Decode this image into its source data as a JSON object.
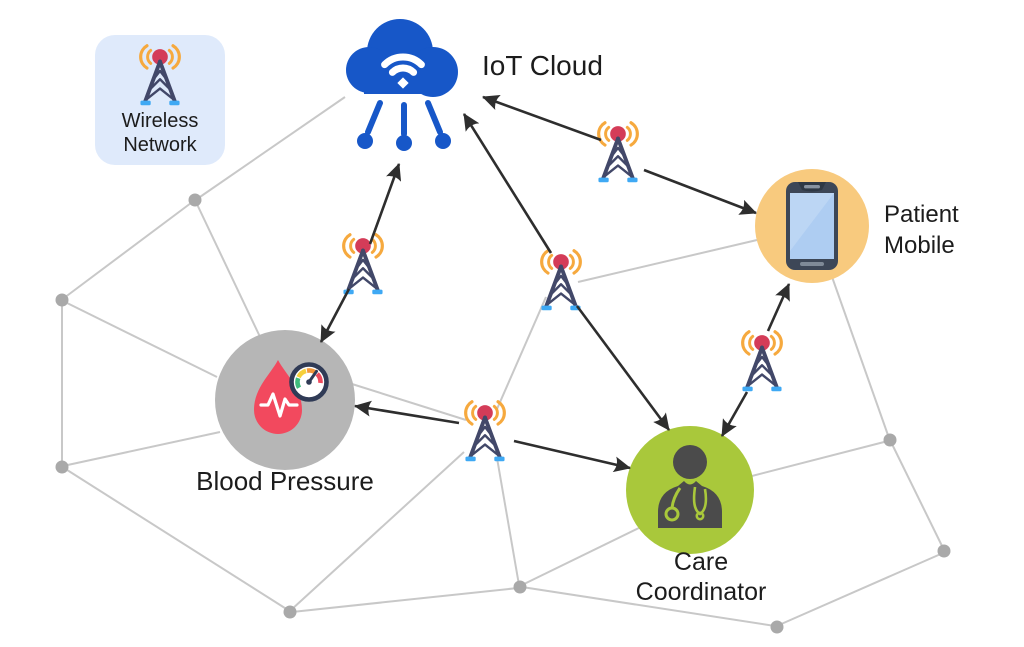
{
  "legend": {
    "label": "Wireless\nNetwork"
  },
  "nodes": {
    "cloud": {
      "label": "IoT Cloud"
    },
    "patient_mobile": {
      "label": "Patient\nMobile"
    },
    "blood_pressure": {
      "label": "Blood Pressure"
    },
    "care_coordinator": {
      "label": "Care\nCoordinator"
    }
  },
  "icons": [
    "cell-tower-icon",
    "cloud-icon",
    "smartphone-icon",
    "blood-drop-icon",
    "gauge-icon",
    "doctor-icon"
  ],
  "colors": {
    "background": "#ffffff",
    "mesh_line": "#c8c8c8",
    "mesh_dot": "#a9a9a9",
    "arrow": "#2e2e2e",
    "cloud_blue": "#1757c8",
    "legend_bg": "#dfeafb",
    "phone_circle": "#f8ca7e",
    "bp_circle": "#b6b6b6",
    "doctor_circle": "#a9c83b",
    "label_text": "#1c1c1c"
  },
  "mesh": {
    "dots": [
      [
        62,
        300
      ],
      [
        62,
        467
      ],
      [
        195,
        200
      ],
      [
        290,
        612
      ],
      [
        520,
        587
      ],
      [
        777,
        627
      ],
      [
        890,
        440
      ],
      [
        944,
        551
      ]
    ],
    "edges": [
      [
        345,
        97,
        197,
        199
      ],
      [
        195,
        200,
        64,
        298
      ],
      [
        195,
        200,
        262,
        341
      ],
      [
        62,
        302,
        62,
        465
      ],
      [
        63,
        301,
        217,
        377
      ],
      [
        63,
        466,
        220,
        432
      ],
      [
        64,
        468,
        288,
        610
      ],
      [
        292,
        612,
        518,
        588
      ],
      [
        291,
        610,
        464,
        452
      ],
      [
        519,
        585,
        497,
        458
      ],
      [
        522,
        585,
        645,
        525
      ],
      [
        522,
        587,
        775,
        626
      ],
      [
        779,
        625,
        943,
        553
      ],
      [
        944,
        550,
        891,
        442
      ],
      [
        888,
        441,
        748,
        477
      ],
      [
        889,
        438,
        831,
        274
      ],
      [
        578,
        282,
        757,
        240
      ],
      [
        546,
        297,
        497,
        409
      ],
      [
        352,
        384,
        466,
        420
      ]
    ]
  },
  "connections": [
    {
      "from_node": "tower-upper-left",
      "to_node": "cloud",
      "line": [
        370,
        244,
        399,
        164
      ]
    },
    {
      "from_node": "tower-upper-left",
      "to_node": "blood-pressure",
      "line": [
        349,
        289,
        321,
        342
      ]
    },
    {
      "from_node": "tower-center",
      "to_node": "cloud",
      "line": [
        551,
        253,
        464,
        114
      ]
    },
    {
      "from_node": "tower-upper-right",
      "to_node": "cloud",
      "line": [
        601,
        140,
        483,
        97
      ]
    },
    {
      "from_node": "tower-upper-right",
      "to_node": "patient-mobile",
      "line": [
        644,
        170,
        756,
        213
      ]
    },
    {
      "from_node": "tower-center",
      "to_node": "care-coordinator",
      "line": [
        577,
        306,
        669,
        430
      ]
    },
    {
      "from_node": "tower-lower-center",
      "to_node": "blood-pressure",
      "line": [
        459,
        423,
        355,
        406
      ]
    },
    {
      "from_node": "tower-lower-center",
      "to_node": "care-coordinator",
      "line": [
        514,
        441,
        630,
        468
      ]
    },
    {
      "from_node": "tower-right",
      "to_node": "patient-mobile",
      "line": [
        768,
        331,
        789,
        284
      ]
    },
    {
      "from_node": "tower-right",
      "to_node": "care-coordinator",
      "line": [
        747,
        392,
        722,
        436
      ]
    }
  ]
}
